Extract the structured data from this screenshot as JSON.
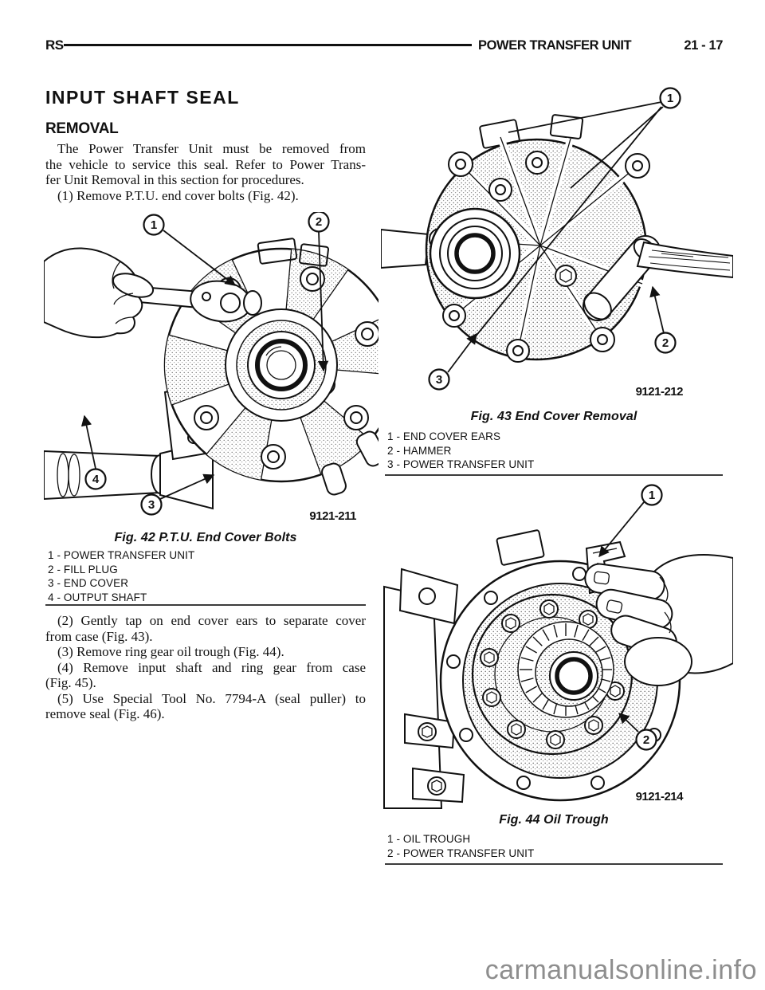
{
  "page": {
    "header": {
      "code": "RS",
      "title": "POWER TRANSFER UNIT",
      "page_number": "21 - 17"
    },
    "watermark": "carmanualsonline.info"
  },
  "article": {
    "title": "INPUT SHAFT SEAL",
    "section_heading": "REMOVAL",
    "intro_lines": [
      "The Power Transfer Unit must be removed from",
      "the vehicle to service this seal. Refer to Power Trans-",
      "fer Unit Removal in this section for procedures.",
      "(1) Remove P.T.U. end cover bolts (Fig. 42)."
    ],
    "steps_lines": [
      "(2) Gently tap on end cover ears to separate cover",
      "from case (Fig. 43).",
      "(3) Remove ring gear oil trough (Fig. 44).",
      "(4) Remove input shaft and ring gear from case",
      "(Fig. 45).",
      "(5) Use Special Tool No. 7794-A (seal puller) to",
      "remove seal (Fig. 46)."
    ]
  },
  "figures": {
    "fig42": {
      "caption": "Fig. 42 P.T.U. End Cover Bolts",
      "image_code": "9121-211",
      "legend": [
        "1 - POWER TRANSFER UNIT",
        "2 - FILL PLUG",
        "3 - END COVER",
        "4 - OUTPUT SHAFT"
      ],
      "callouts": [
        "1",
        "2",
        "3",
        "4"
      ]
    },
    "fig43": {
      "caption": "Fig. 43 End Cover Removal",
      "image_code": "9121-212",
      "legend": [
        "1 - END COVER EARS",
        "2 - HAMMER",
        "3 - POWER TRANSFER UNIT"
      ],
      "callouts": [
        "1",
        "2",
        "3"
      ]
    },
    "fig44": {
      "caption": "Fig. 44 Oil Trough",
      "image_code": "9121-214",
      "legend": [
        "1 - OIL TROUGH",
        "2 - POWER TRANSFER UNIT"
      ],
      "callouts": [
        "1",
        "2"
      ]
    }
  }
}
